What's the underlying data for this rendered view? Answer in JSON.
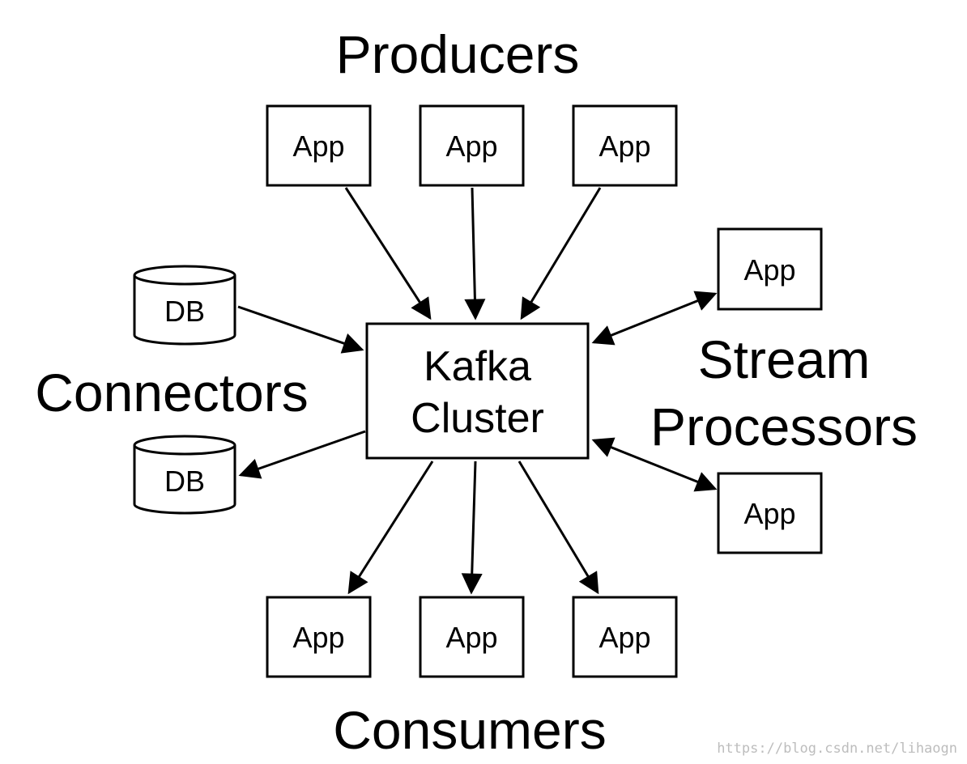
{
  "groups": {
    "producers": "Producers",
    "consumers": "Consumers",
    "connectors": "Connectors",
    "stream_processors_line1": "Stream",
    "stream_processors_line2": "Processors"
  },
  "cluster": {
    "line1": "Kafka",
    "line2": "Cluster"
  },
  "nodes": {
    "producer_1": "App",
    "producer_2": "App",
    "producer_3": "App",
    "stream_app_top": "App",
    "stream_app_bottom": "App",
    "consumer_1": "App",
    "consumer_2": "App",
    "consumer_3": "App",
    "db_source": "DB",
    "db_sink": "DB"
  },
  "watermark": "https://blog.csdn.net/lihaogn",
  "edges": [
    {
      "from": "App (producer 1)",
      "to": "Kafka Cluster",
      "direction": "forward"
    },
    {
      "from": "App (producer 2)",
      "to": "Kafka Cluster",
      "direction": "forward"
    },
    {
      "from": "App (producer 3)",
      "to": "Kafka Cluster",
      "direction": "forward"
    },
    {
      "from": "DB (source)",
      "to": "Kafka Cluster",
      "direction": "forward"
    },
    {
      "from": "Kafka Cluster",
      "to": "DB (sink)",
      "direction": "forward"
    },
    {
      "from": "Kafka Cluster",
      "to": "App (stream top)",
      "direction": "both"
    },
    {
      "from": "Kafka Cluster",
      "to": "App (stream bottom)",
      "direction": "both"
    },
    {
      "from": "Kafka Cluster",
      "to": "App (consumer 1)",
      "direction": "forward"
    },
    {
      "from": "Kafka Cluster",
      "to": "App (consumer 2)",
      "direction": "forward"
    },
    {
      "from": "Kafka Cluster",
      "to": "App (consumer 3)",
      "direction": "forward"
    }
  ],
  "colors": {
    "stroke": "#000000",
    "background": "#ffffff",
    "watermark": "#bdbdbd"
  }
}
